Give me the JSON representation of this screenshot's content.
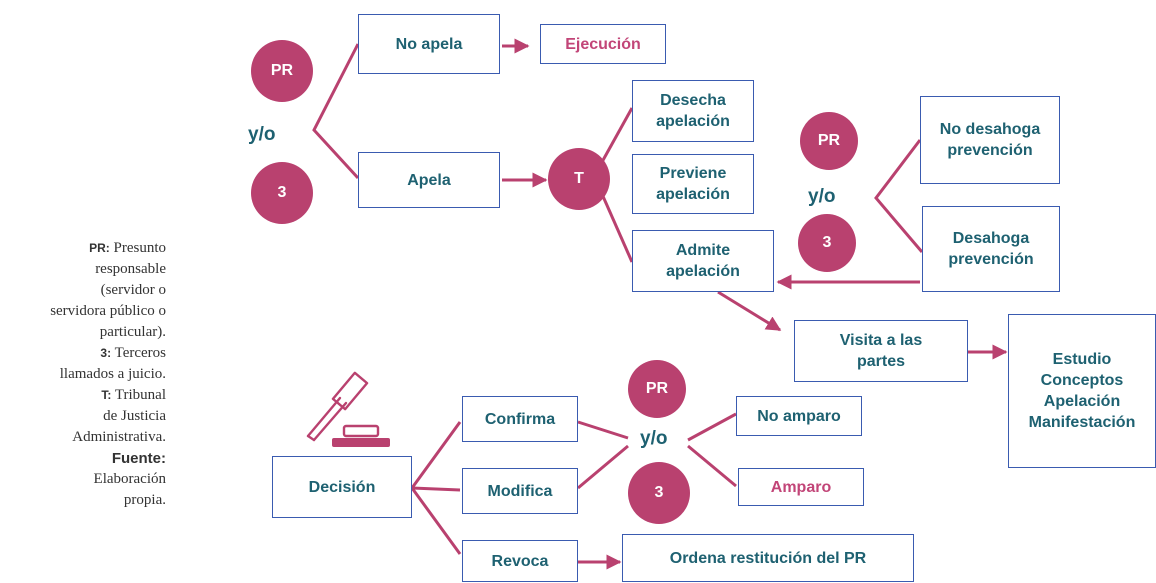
{
  "colors": {
    "teal": "#1e6171",
    "magenta": "#b9416f",
    "pink_text": "#c24578",
    "box_border": "#3a5bb0"
  },
  "nodes": {
    "no_apela": "No apela",
    "ejecucion": "Ejecución",
    "apela": "Apela",
    "desecha": "Desecha\napelación",
    "previene": "Previene\napelación",
    "admite": "Admite\napelación",
    "no_desahoga": "No desahoga\nprevención",
    "desahoga": "Desahoga\nprevención",
    "visita": "Visita a las\npartes",
    "estudio": "Estudio\nConceptos\nApelación\nManifestación",
    "decision": "Decisión",
    "confirma": "Confirma",
    "modifica": "Modifica",
    "revoca": "Revoca",
    "no_amparo": "No amparo",
    "amparo": "Amparo",
    "ordena": "Ordena restitución del PR"
  },
  "markers": {
    "pr": "PR",
    "terceros": "3",
    "tribunal": "T",
    "yo": "y/o"
  },
  "icons": {
    "gavel": "gavel-icon"
  },
  "legend": {
    "pr_key": "PR:",
    "pr_text1": "Presunto",
    "pr_text2": "responsable",
    "pr_text3": "(servidor o",
    "pr_text4": "servidora público o",
    "pr_text5": "particular).",
    "t3_key": "3:",
    "t3_text1": "Terceros",
    "t3_text2": "llamados a juicio.",
    "t_key": "T:",
    "t_text1": "Tribunal",
    "t_text2": "de Justicia",
    "t_text3": "Administrativa.",
    "fuente_key": "Fuente:",
    "fuente_text1": "Elaboración",
    "fuente_text2": "propia."
  }
}
